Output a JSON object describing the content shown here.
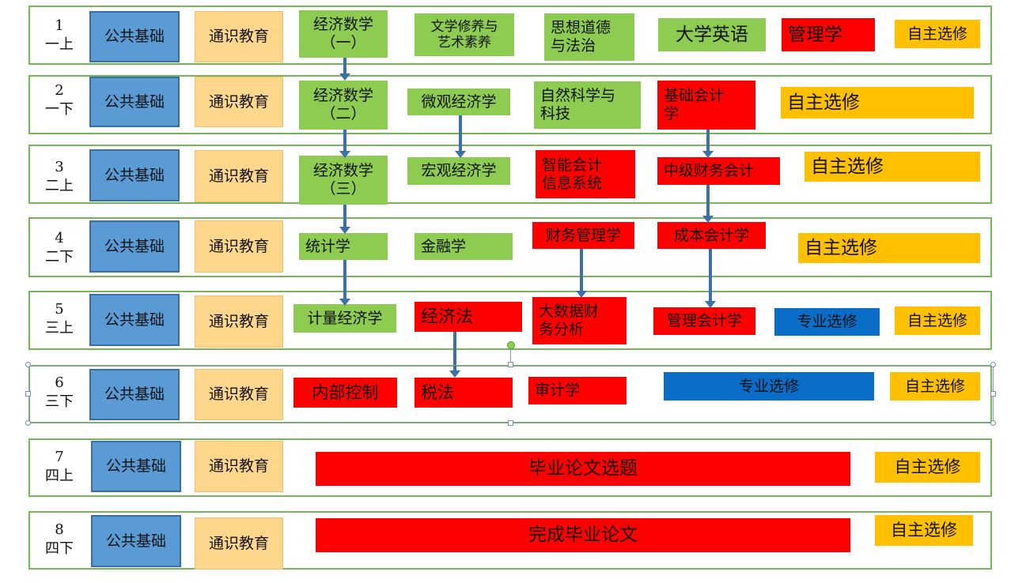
{
  "common": {
    "public_basic": "公共基础",
    "general_edu": "通识教育"
  },
  "semesters": [
    {
      "num": "1",
      "term": "一上"
    },
    {
      "num": "2",
      "term": "一下"
    },
    {
      "num": "3",
      "term": "二上"
    },
    {
      "num": "4",
      "term": "二下"
    },
    {
      "num": "5",
      "term": "三上"
    },
    {
      "num": "6",
      "term": "三下"
    },
    {
      "num": "7",
      "term": "四上"
    },
    {
      "num": "8",
      "term": "四下"
    }
  ],
  "courses": {
    "r1": {
      "math1": "经济数学\n（一）",
      "literature": "文学修养与\n艺术素养",
      "morality": "思想道德\n与法治",
      "english": "大学英语",
      "management": "管理学",
      "elective": "自主选修"
    },
    "r2": {
      "math2": "经济数学\n（二）",
      "micro": "微观经济学",
      "science": "自然科学与\n科技",
      "basic_acct": "基础会计\n学",
      "elective": "自主选修"
    },
    "r3": {
      "math3": "经济数学\n（三）",
      "macro": "宏观经济学",
      "smart_acct": "智能会计\n信息系统",
      "inter_fin_acct": "中级财务会计",
      "elective": "自主选修"
    },
    "r4": {
      "stats": "统计学",
      "finance": "金融学",
      "fin_mgmt": "财务管理学",
      "cost_acct": "成本会计学",
      "elective": "自主选修"
    },
    "r5": {
      "econometrics": "计量经济学",
      "econ_law": "经济法",
      "big_data": "大数据财\n务分析",
      "mgmt_acct": "管理会计学",
      "major_elective": "专业选修",
      "elective": "自主选修"
    },
    "r6": {
      "internal_control": "内部控制",
      "tax_law": "税法",
      "audit": "审计学",
      "major_elective": "专业选修",
      "elective": "自主选修"
    },
    "r7": {
      "thesis_topic": "毕业论文选题",
      "elective": "自主选修"
    },
    "r8": {
      "thesis_complete": "完成毕业论文",
      "elective": "自主选修"
    }
  },
  "colors": {
    "public_basic": "#5b9bd5",
    "general_edu": "#ffd78c",
    "green_course": "#8dcc50",
    "red_course": "#ff0000",
    "elective": "#ffc000",
    "major_elective": "#0a6ec8",
    "row_border": "#78b45a",
    "arrow": "#3b70a8"
  }
}
